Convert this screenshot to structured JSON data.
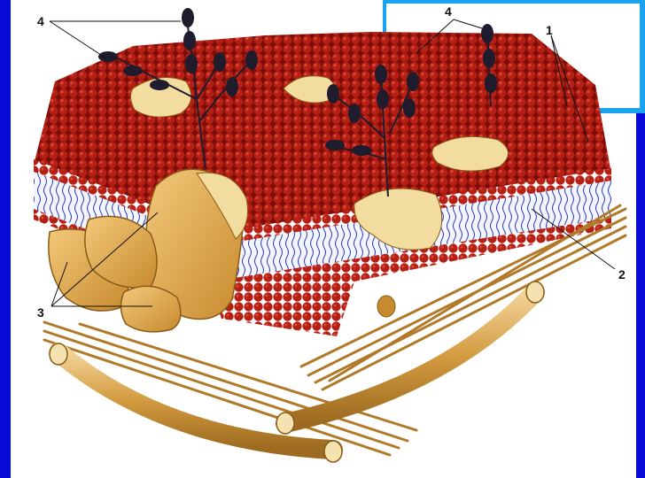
{
  "figure": {
    "labels": {
      "lipid_heads": "1",
      "lipid_tails": "2",
      "proteins": "3",
      "glycans": "4"
    }
  },
  "colors": {
    "background": "#0a0ad8",
    "lipid_head": "#b51f14",
    "lipid_head_dark": "#6e0c08",
    "tail_line": "#2a3ab8",
    "protein_fill": "#d9a441",
    "protein_light": "#f3dca0",
    "glycan_fill": "#1f1c2e",
    "fiber": "#c98f33"
  }
}
